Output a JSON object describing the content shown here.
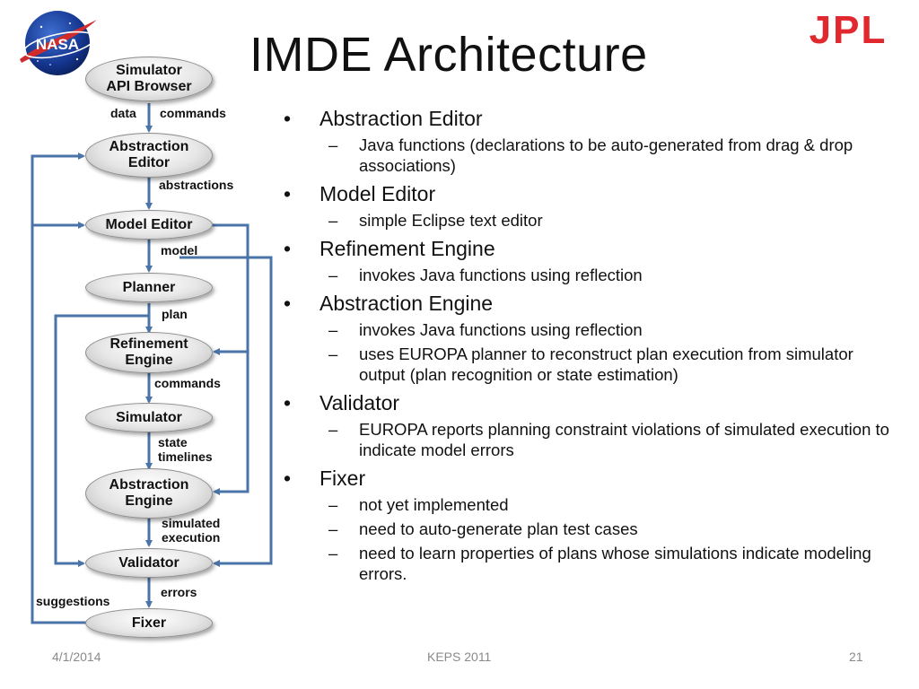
{
  "slide": {
    "title": "IMDE Architecture",
    "logos": {
      "left": "NASA",
      "right": "JPL"
    }
  },
  "diagram": {
    "nodes": {
      "simulator_api_browser": [
        "Simulator",
        "API Browser"
      ],
      "abstraction_editor": [
        "Abstraction",
        "Editor"
      ],
      "model_editor": [
        "Model Editor"
      ],
      "planner": [
        "Planner"
      ],
      "refinement_engine": [
        "Refinement",
        "Engine"
      ],
      "simulator": [
        "Simulator"
      ],
      "abstraction_engine": [
        "Abstraction",
        "Engine"
      ],
      "validator": [
        "Validator"
      ],
      "fixer": [
        "Fixer"
      ]
    },
    "edge_labels": {
      "data": "data",
      "commands_top": "commands",
      "abstractions": "abstractions",
      "model": "model",
      "plan": "plan",
      "commands": "commands",
      "state_timelines": [
        "state",
        "timelines"
      ],
      "simulated_execution": [
        "simulated",
        "execution"
      ],
      "errors": "errors",
      "suggestions": "suggestions"
    },
    "colors": {
      "arrow": "#4a73a8",
      "node_border": "#8c8c8c"
    }
  },
  "bullets": [
    {
      "text": "Abstraction Editor",
      "sub": [
        "Java functions (declarations to be auto-generated from drag & drop associations)"
      ]
    },
    {
      "text": "Model Editor",
      "sub": [
        "simple Eclipse text editor"
      ]
    },
    {
      "text": "Refinement Engine",
      "sub": [
        "invokes Java functions using reflection"
      ]
    },
    {
      "text": "Abstraction Engine",
      "sub": [
        "invokes Java functions using reflection",
        "uses EUROPA planner to reconstruct plan execution from simulator output (plan recognition or state estimation)"
      ]
    },
    {
      "text": "Validator",
      "sub": [
        "EUROPA reports planning constraint violations of simulated execution to indicate model errors"
      ]
    },
    {
      "text": "Fixer",
      "sub": [
        "not yet implemented",
        "need to auto-generate plan test cases",
        "need to learn properties of plans whose simulations indicate modeling errors."
      ]
    }
  ],
  "footer": {
    "date": "4/1/2014",
    "center": "KEPS 2011",
    "page": "21"
  }
}
